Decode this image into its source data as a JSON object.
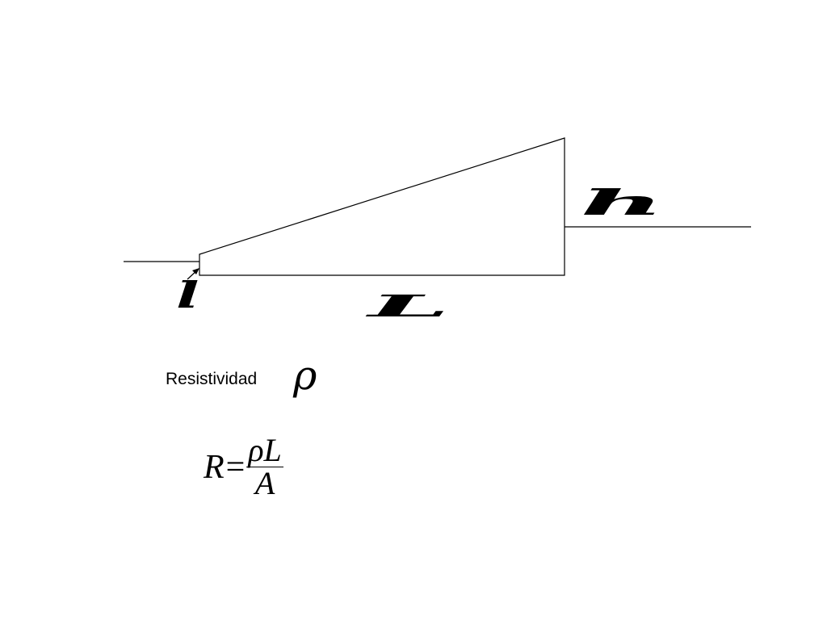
{
  "diagram": {
    "labels": {
      "small_end": "l",
      "length": "L",
      "large_end": "h",
      "rho": "ρ"
    },
    "resistivity_label": "Resistividad",
    "formula": {
      "lhs": "R",
      "equals": "=",
      "numerator": "ρL",
      "denominator": "A"
    },
    "colors": {
      "ink": "#000000",
      "background": "#ffffff"
    }
  }
}
